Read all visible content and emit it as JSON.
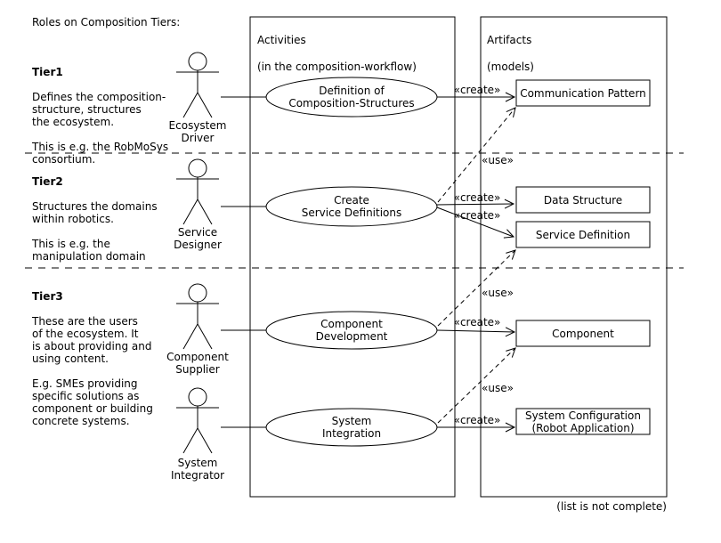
{
  "title": "Roles on Composition Tiers:",
  "footer": "(list is not complete)",
  "colors": {
    "ink": "#000000",
    "background": "#ffffff"
  },
  "tiers": [
    {
      "heading": "Tier1",
      "body": "Defines the composition-\nstructure, structures\nthe ecosystem.\n\nThis is e.g. the RobMoSys\nconsortium."
    },
    {
      "heading": "Tier2",
      "body": "Structures the domains\nwithin robotics.\n\nThis is e.g. the\nmanipulation domain"
    },
    {
      "heading": "Tier3",
      "body": "These are the users\nof the ecosystem. It\nis about providing and\nusing content.\n\nE.g. SMEs providing\nspecific solutions as\ncomponent or building\nconcrete systems."
    }
  ],
  "actors": [
    {
      "name": "Ecosystem\nDriver"
    },
    {
      "name": "Service\nDesigner"
    },
    {
      "name": "Component\nSupplier"
    },
    {
      "name": "System\nIntegrator"
    }
  ],
  "activities_panel": {
    "title": "Activities",
    "subtitle": "(in the composition-workflow)"
  },
  "artifacts_panel": {
    "title": "Artifacts",
    "subtitle": "(models)"
  },
  "activities": [
    {
      "label": "Definition of\nComposition-Structures"
    },
    {
      "label": "Create\nService Definitions"
    },
    {
      "label": "Component\nDevelopment"
    },
    {
      "label": "System\nIntegration"
    }
  ],
  "artifacts": [
    {
      "label": "Communication Pattern"
    },
    {
      "label": "Data Structure"
    },
    {
      "label": "Service Definition"
    },
    {
      "label": "Component"
    },
    {
      "label": "System Configuration\n(Robot Application)"
    }
  ],
  "edge_labels": {
    "create": "«create»",
    "use": "«use»"
  }
}
